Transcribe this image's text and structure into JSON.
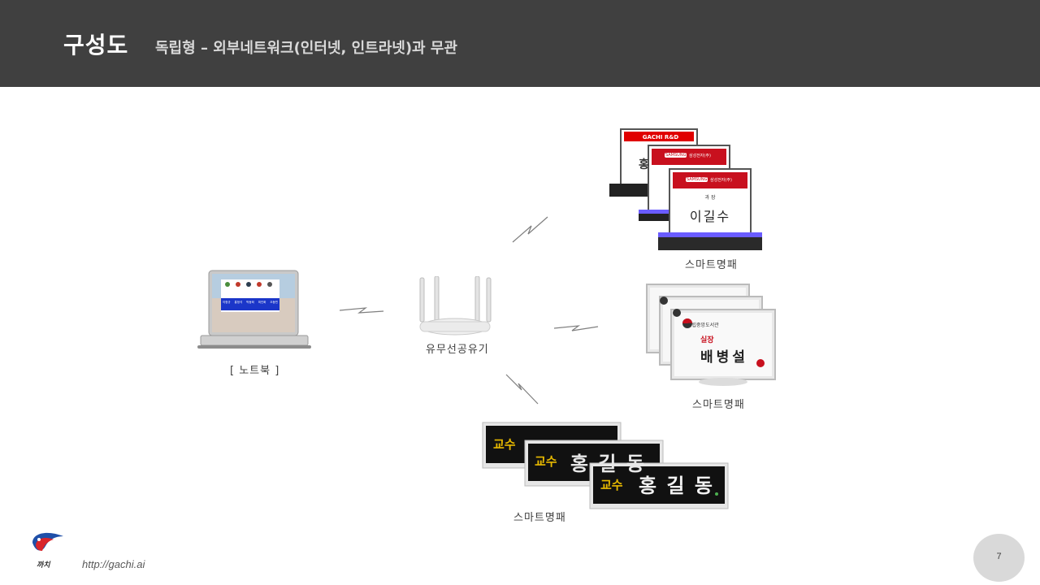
{
  "header": {
    "title": "구성도",
    "subtitle": "독립형 – 외부네트워크(인터넷, 인트라넷)과 무관"
  },
  "laptop": {
    "caption": "[ 노트북 ]",
    "screen_buttons": [
      "이정규",
      "홍정석",
      "박동희",
      "최인화",
      "오동민"
    ]
  },
  "router": {
    "caption": "유무선공유기"
  },
  "nameplate_a": {
    "caption": "스마트명패",
    "brand_back": "GACHI R&D",
    "back_char": "홍",
    "org": "삼성전자(주)",
    "brand_logo": "SAMSUNG",
    "position": "과 장",
    "name": "이길수"
  },
  "nameplate_b": {
    "caption": "스마트명패",
    "org": "국립중앙도서관",
    "position": "실장",
    "name": "배병설"
  },
  "nameplate_c": {
    "caption": "스마트명패",
    "title_word": "교수",
    "name": "홍 길 동"
  },
  "footer": {
    "logo_text": "까치",
    "url": "http://gachi.ai",
    "page_number": "7"
  },
  "colors": {
    "header_bg": "#404040",
    "red": "#e00000",
    "purple": "#6a5cff",
    "gold": "#e6b800"
  }
}
